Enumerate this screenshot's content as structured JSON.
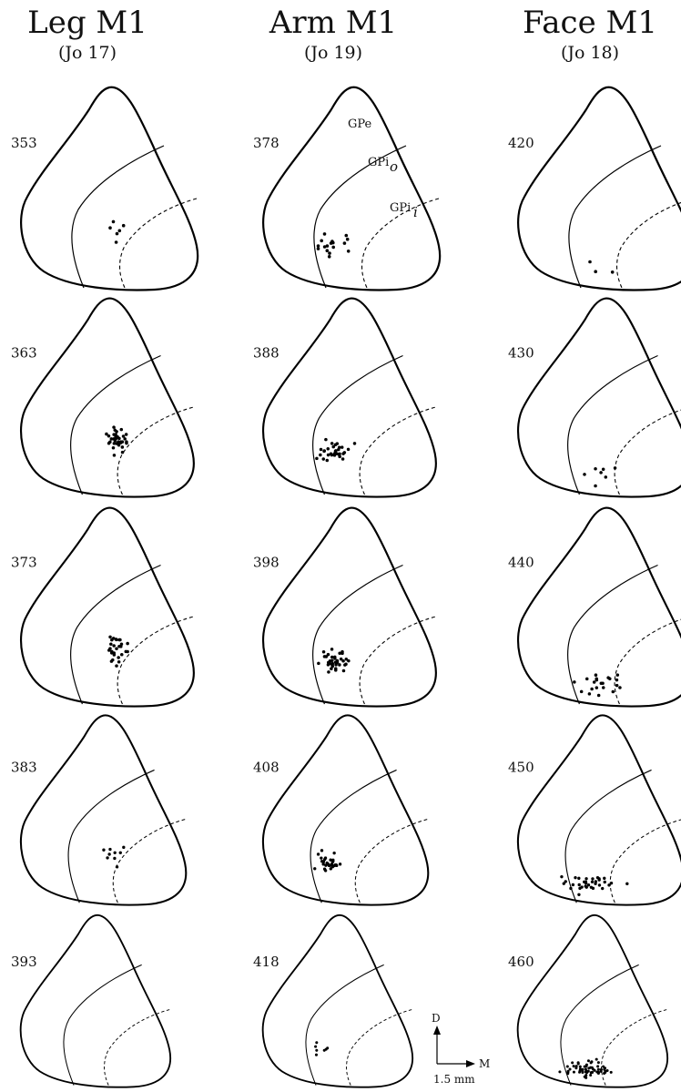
{
  "columns": [
    {
      "title": "Leg  M1",
      "subtitle": "(Jo  17)",
      "sections": [
        "353",
        "363",
        "373",
        "383",
        "393"
      ]
    },
    {
      "title": "Arm  M1",
      "subtitle": "(Jo  19)",
      "sections": [
        "378",
        "388",
        "398",
        "408",
        "418"
      ]
    },
    {
      "title": "Face  M1",
      "subtitle": "(Jo  18)",
      "sections": [
        "420",
        "430",
        "440",
        "450",
        "460"
      ]
    }
  ],
  "region_labels": {
    "gpe": "GPe",
    "gpi_o_main": "GPi",
    "gpi_o_sub": "o",
    "gpi_i_main": "GPi",
    "gpi_i_sub": "i"
  },
  "orientation": {
    "dorsal": "D",
    "medial": "M",
    "scale": "1.5 mm"
  },
  "labeled_neuron_counts": [
    [
      6,
      34,
      28,
      9,
      0
    ],
    [
      17,
      32,
      38,
      30,
      7
    ],
    [
      3,
      7,
      21,
      34,
      60
    ]
  ]
}
